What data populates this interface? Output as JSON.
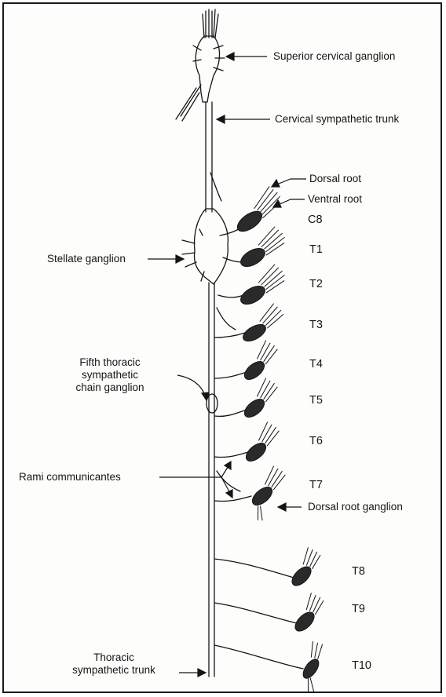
{
  "labels": {
    "superior_cervical_ganglion": "Superior cervical ganglion",
    "cervical_sympathetic_trunk": "Cervical sympathetic trunk",
    "dorsal_root": "Dorsal root",
    "ventral_root": "Ventral root",
    "stellate_ganglion": "Stellate ganglion",
    "fifth_thoracic_line1": "Fifth thoracic",
    "fifth_thoracic_line2": "sympathetic",
    "fifth_thoracic_line3": "chain ganglion",
    "rami_communicantes": "Rami communicantes",
    "dorsal_root_ganglion": "Dorsal root ganglion",
    "thoracic_trunk_line1": "Thoracic",
    "thoracic_trunk_line2": "sympathetic trunk"
  },
  "segments": [
    "C8",
    "T1",
    "T2",
    "T3",
    "T4",
    "T5",
    "T6",
    "T7",
    "T8",
    "T9",
    "T10"
  ],
  "colors": {
    "ink": "#151515",
    "ganglion_fill": "#2a2a2a",
    "paper": "#fdfdfc"
  }
}
